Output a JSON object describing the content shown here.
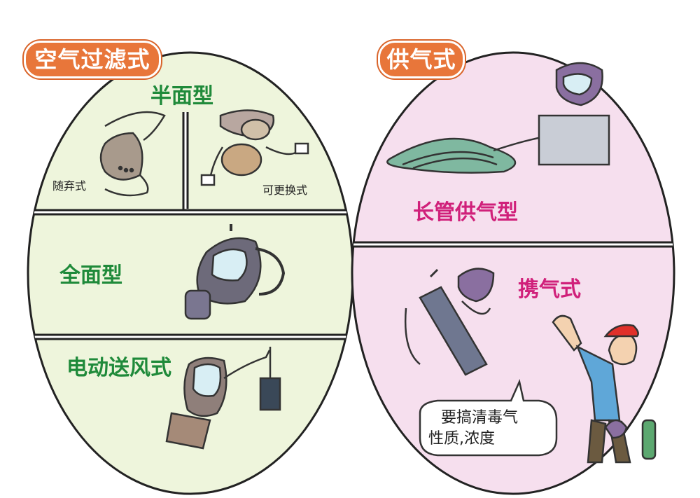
{
  "left_panel": {
    "tag": "空气过滤式",
    "half_mask": {
      "title": "半面型",
      "disposable": "随弃式",
      "replaceable": "可更换式"
    },
    "full_mask": {
      "title": "全面型"
    },
    "powered": {
      "title": "电动送风式"
    }
  },
  "right_panel": {
    "tag": "供气式",
    "long_tube": {
      "title": "长管供气型"
    },
    "portable": {
      "title": "携气式"
    },
    "speech_bubble": {
      "line1": "要搞清毒气",
      "line2": "性质,浓度"
    }
  },
  "colors": {
    "left_fill": "#eef5dc",
    "right_fill": "#f6dfee",
    "tag_orange": "#e8763a",
    "green_text": "#1f8a3a",
    "pink_text": "#d0207a"
  }
}
